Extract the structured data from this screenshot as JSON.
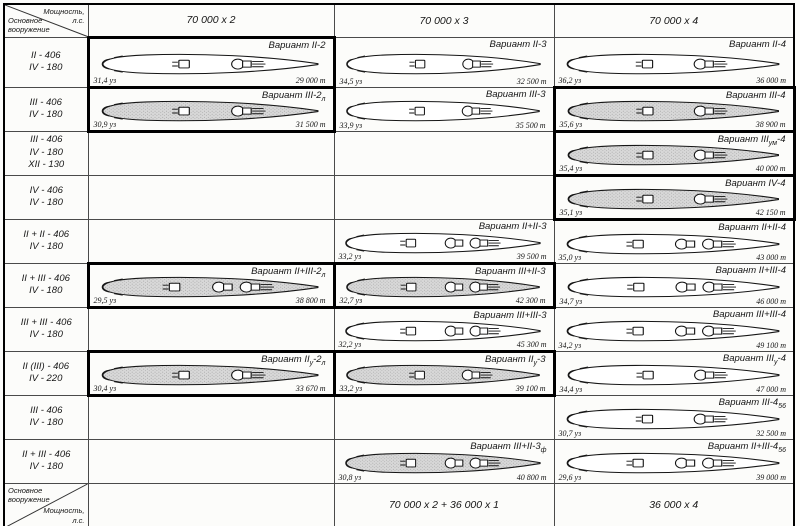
{
  "colors": {
    "ink": "#161616",
    "shaded_fill": "#d8d8d8",
    "border": "#000000"
  },
  "header": {
    "power_label": "Мощность, л.с.",
    "armament_label": "Основное вооружение",
    "columns": [
      "70 000 x 2",
      "70 000 x 3",
      "70 000 x 4"
    ]
  },
  "footer": {
    "armament_label": "Основное вооружение",
    "power_label": "Мощность, л.с.",
    "columns": [
      "",
      "70 000 x 2 + 36 000 x 1",
      "36 000 x 4"
    ]
  },
  "rows": [
    {
      "armament": [
        "II - 406",
        "IV - 180"
      ],
      "cells": [
        {
          "variant": "Вариант II-2",
          "variant_parts": [
            {
              "t": "Вариант II-2",
              "sub": false
            }
          ],
          "speed": "31,4 уз",
          "displacement": "29 000 т",
          "shaded": false,
          "bold": true,
          "groups": 2
        },
        {
          "variant": "Вариант II-3",
          "variant_parts": [
            {
              "t": "Вариант II-3",
              "sub": false
            }
          ],
          "speed": "34,5 уз",
          "displacement": "32 500 т",
          "shaded": false,
          "bold": false,
          "groups": 2
        },
        {
          "variant": "Вариант II-4",
          "variant_parts": [
            {
              "t": "Вариант II-4",
              "sub": false
            }
          ],
          "speed": "36,2 уз",
          "displacement": "36 000 т",
          "shaded": false,
          "bold": false,
          "groups": 2
        }
      ]
    },
    {
      "armament": [
        "III - 406",
        "IV - 180"
      ],
      "cells": [
        {
          "variant": "Вариант III-2л",
          "variant_parts": [
            {
              "t": "Вариант III-2",
              "sub": false
            },
            {
              "t": "л",
              "sub": true
            }
          ],
          "speed": "30,9 уз",
          "displacement": "31 500 т",
          "shaded": true,
          "bold": true,
          "groups": 2
        },
        {
          "variant": "Вариант III-3",
          "variant_parts": [
            {
              "t": "Вариант III-3",
              "sub": false
            }
          ],
          "speed": "33,9 уз",
          "displacement": "35 500 т",
          "shaded": false,
          "bold": false,
          "groups": 2
        },
        {
          "variant": "Вариант III-4",
          "variant_parts": [
            {
              "t": "Вариант III-4",
              "sub": false
            }
          ],
          "speed": "35,6 уз",
          "displacement": "38 900 т",
          "shaded": true,
          "bold": true,
          "groups": 2
        }
      ]
    },
    {
      "armament": [
        "III - 406",
        "IV - 180",
        "XII - 130"
      ],
      "cells": [
        null,
        null,
        {
          "variant": "Вариант IIIум-4",
          "variant_parts": [
            {
              "t": "Вариант III",
              "sub": false
            },
            {
              "t": "ум",
              "sub": true
            },
            {
              "t": "-4",
              "sub": false
            }
          ],
          "speed": "35,4 уз",
          "displacement": "40 000 т",
          "shaded": true,
          "bold": true,
          "groups": 2
        }
      ]
    },
    {
      "armament": [
        "IV - 406",
        "IV - 180"
      ],
      "cells": [
        null,
        null,
        {
          "variant": "Вариант IV-4",
          "variant_parts": [
            {
              "t": "Вариант IV-4",
              "sub": false
            }
          ],
          "speed": "35,1 уз",
          "displacement": "42 150 т",
          "shaded": true,
          "bold": true,
          "groups": 2
        }
      ]
    },
    {
      "armament": [
        "II + II - 406",
        "IV - 180"
      ],
      "cells": [
        null,
        {
          "variant": "Вариант II+II-3",
          "variant_parts": [
            {
              "t": "Вариант II+II-3",
              "sub": false
            }
          ],
          "speed": "33,2 уз",
          "displacement": "39 500 т",
          "shaded": false,
          "bold": false,
          "groups": 3
        },
        {
          "variant": "Вариант II+II-4",
          "variant_parts": [
            {
              "t": "Вариант II+II-4",
              "sub": false
            }
          ],
          "speed": "35,0 уз",
          "displacement": "43 000 т",
          "shaded": false,
          "bold": false,
          "groups": 3
        }
      ]
    },
    {
      "armament": [
        "II + III - 406",
        "IV - 180"
      ],
      "cells": [
        {
          "variant": "Вариант II+III-2л",
          "variant_parts": [
            {
              "t": "Вариант II+III-2",
              "sub": false
            },
            {
              "t": "л",
              "sub": true
            }
          ],
          "speed": "29,5 уз",
          "displacement": "38 800 т",
          "shaded": true,
          "bold": true,
          "groups": 3
        },
        {
          "variant": "Вариант III+II-3",
          "variant_parts": [
            {
              "t": "Вариант III+II-3",
              "sub": false
            }
          ],
          "speed": "32,7 уз",
          "displacement": "42 300 т",
          "shaded": true,
          "bold": true,
          "groups": 3
        },
        {
          "variant": "Вариант II+III-4",
          "variant_parts": [
            {
              "t": "Вариант II+III-4",
              "sub": false
            }
          ],
          "speed": "34,7 уз",
          "displacement": "46 000 т",
          "shaded": false,
          "bold": false,
          "groups": 3
        }
      ]
    },
    {
      "armament": [
        "III + III - 406",
        "IV - 180"
      ],
      "cells": [
        null,
        {
          "variant": "Вариант III+III-3",
          "variant_parts": [
            {
              "t": "Вариант III+III-3",
              "sub": false
            }
          ],
          "speed": "32,2 уз",
          "displacement": "45 300 т",
          "shaded": false,
          "bold": false,
          "groups": 3
        },
        {
          "variant": "Вариант III+III-4",
          "variant_parts": [
            {
              "t": "Вариант III+III-4",
              "sub": false
            }
          ],
          "speed": "34,2 уз",
          "displacement": "49 100 т",
          "shaded": false,
          "bold": false,
          "groups": 3
        }
      ]
    },
    {
      "armament": [
        "II (III) - 406",
        "IV - 220"
      ],
      "cells": [
        {
          "variant": "Вариант IIу-2л",
          "variant_parts": [
            {
              "t": "Вариант II",
              "sub": false
            },
            {
              "t": "у",
              "sub": true
            },
            {
              "t": "-2",
              "sub": false
            },
            {
              "t": "л",
              "sub": true
            }
          ],
          "speed": "30,4 уз",
          "displacement": "33 670 т",
          "shaded": true,
          "bold": true,
          "groups": 2
        },
        {
          "variant": "Вариант IIу-3",
          "variant_parts": [
            {
              "t": "Вариант II",
              "sub": false
            },
            {
              "t": "у",
              "sub": true
            },
            {
              "t": "-3",
              "sub": false
            }
          ],
          "speed": "33,2 уз",
          "displacement": "39 100 т",
          "shaded": true,
          "bold": true,
          "groups": 2
        },
        {
          "variant": "Вариант IIIу-4",
          "variant_parts": [
            {
              "t": "Вариант III",
              "sub": false
            },
            {
              "t": "у",
              "sub": true
            },
            {
              "t": "-4",
              "sub": false
            }
          ],
          "speed": "34,4 уз",
          "displacement": "47 000 т",
          "shaded": false,
          "bold": false,
          "groups": 2
        }
      ]
    },
    {
      "armament": [
        "III - 406",
        "IV - 180"
      ],
      "cells": [
        null,
        null,
        {
          "variant": "Вариант III-4₅₆",
          "variant_parts": [
            {
              "t": "Вариант III-4",
              "sub": false
            },
            {
              "t": "56",
              "sub": true
            }
          ],
          "speed": "30,7 уз",
          "displacement": "32 500 т",
          "shaded": false,
          "bold": false,
          "groups": 2
        }
      ]
    },
    {
      "armament": [
        "II + III - 406",
        "IV - 180"
      ],
      "cells": [
        null,
        {
          "variant": "Вариант III+II-3ф",
          "variant_parts": [
            {
              "t": "Вариант III+II-3",
              "sub": false
            },
            {
              "t": "ф",
              "sub": true
            }
          ],
          "speed": "30,8 уз",
          "displacement": "40 800 т",
          "shaded": true,
          "bold": false,
          "groups": 3
        },
        {
          "variant": "Вариант II+III-4₅₆",
          "variant_parts": [
            {
              "t": "Вариант II+III-4",
              "sub": false
            },
            {
              "t": "56",
              "sub": true
            }
          ],
          "speed": "29,6 уз",
          "displacement": "39 000 т",
          "shaded": false,
          "bold": false,
          "groups": 3
        }
      ]
    }
  ]
}
